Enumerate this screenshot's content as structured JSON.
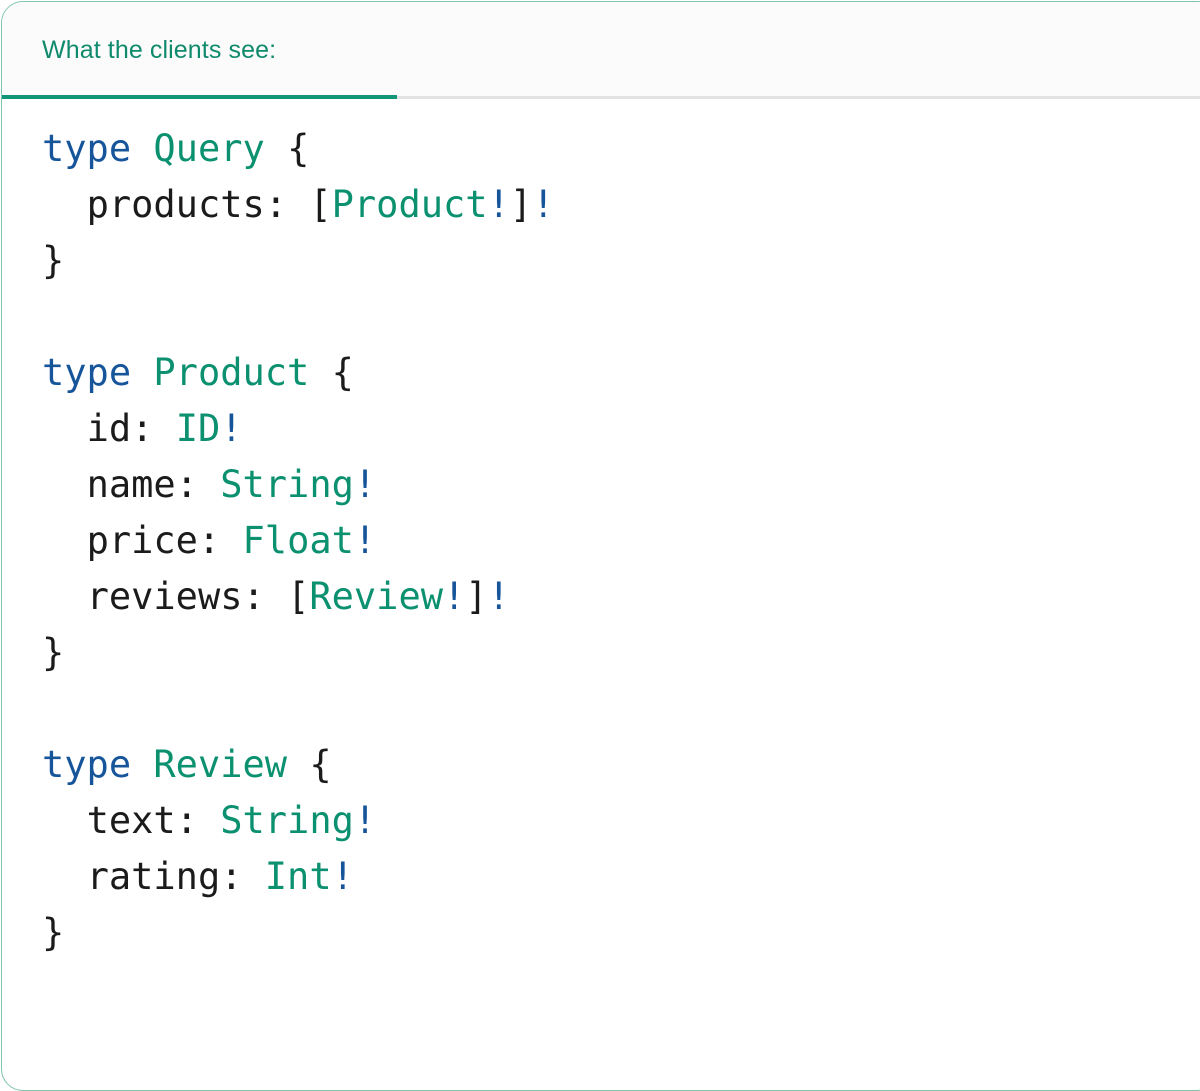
{
  "card": {
    "border_color": "#7fc4ab",
    "background": "#ffffff"
  },
  "header": {
    "background": "#fbfbfb",
    "active_tab_label": "What the clients see:",
    "accent_color": "#0f9577",
    "text_color": "#108a6c",
    "divider_color": "#e3e3e3"
  },
  "code": {
    "language": "graphql",
    "colors": {
      "keyword": "#17559a",
      "type_name": "#0b9070",
      "non_null_bang": "#17559a",
      "punctuation": "#1b1b1b",
      "field_name": "#1b1b1b"
    },
    "raw_text": "type Query {\n  products: [Product!]!\n}\n\ntype Product {\n  id: ID!\n  name: String!\n  price: Float!\n  reviews: [Review!]!\n}\n\ntype Review {\n  text: String!\n  rating: Int!\n}",
    "lines": [
      {
        "tokens": [
          {
            "t": "kw",
            "v": "type"
          },
          {
            "t": "plain",
            "v": " "
          },
          {
            "t": "type",
            "v": "Query"
          },
          {
            "t": "plain",
            "v": " "
          },
          {
            "t": "punct",
            "v": "{"
          }
        ]
      },
      {
        "tokens": [
          {
            "t": "plain",
            "v": "  "
          },
          {
            "t": "field",
            "v": "products"
          },
          {
            "t": "punct",
            "v": ":"
          },
          {
            "t": "plain",
            "v": " "
          },
          {
            "t": "punct",
            "v": "["
          },
          {
            "t": "type",
            "v": "Product"
          },
          {
            "t": "bang",
            "v": "!"
          },
          {
            "t": "punct",
            "v": "]"
          },
          {
            "t": "bang",
            "v": "!"
          }
        ]
      },
      {
        "tokens": [
          {
            "t": "punct",
            "v": "}"
          }
        ]
      },
      {
        "tokens": [
          {
            "t": "plain",
            "v": ""
          }
        ]
      },
      {
        "tokens": [
          {
            "t": "kw",
            "v": "type"
          },
          {
            "t": "plain",
            "v": " "
          },
          {
            "t": "type",
            "v": "Product"
          },
          {
            "t": "plain",
            "v": " "
          },
          {
            "t": "punct",
            "v": "{"
          }
        ]
      },
      {
        "tokens": [
          {
            "t": "plain",
            "v": "  "
          },
          {
            "t": "field",
            "v": "id"
          },
          {
            "t": "punct",
            "v": ":"
          },
          {
            "t": "plain",
            "v": " "
          },
          {
            "t": "type",
            "v": "ID"
          },
          {
            "t": "bang",
            "v": "!"
          }
        ]
      },
      {
        "tokens": [
          {
            "t": "plain",
            "v": "  "
          },
          {
            "t": "field",
            "v": "name"
          },
          {
            "t": "punct",
            "v": ":"
          },
          {
            "t": "plain",
            "v": " "
          },
          {
            "t": "type",
            "v": "String"
          },
          {
            "t": "bang",
            "v": "!"
          }
        ]
      },
      {
        "tokens": [
          {
            "t": "plain",
            "v": "  "
          },
          {
            "t": "field",
            "v": "price"
          },
          {
            "t": "punct",
            "v": ":"
          },
          {
            "t": "plain",
            "v": " "
          },
          {
            "t": "type",
            "v": "Float"
          },
          {
            "t": "bang",
            "v": "!"
          }
        ]
      },
      {
        "tokens": [
          {
            "t": "plain",
            "v": "  "
          },
          {
            "t": "field",
            "v": "reviews"
          },
          {
            "t": "punct",
            "v": ":"
          },
          {
            "t": "plain",
            "v": " "
          },
          {
            "t": "punct",
            "v": "["
          },
          {
            "t": "type",
            "v": "Review"
          },
          {
            "t": "bang",
            "v": "!"
          },
          {
            "t": "punct",
            "v": "]"
          },
          {
            "t": "bang",
            "v": "!"
          }
        ]
      },
      {
        "tokens": [
          {
            "t": "punct",
            "v": "}"
          }
        ]
      },
      {
        "tokens": [
          {
            "t": "plain",
            "v": ""
          }
        ]
      },
      {
        "tokens": [
          {
            "t": "kw",
            "v": "type"
          },
          {
            "t": "plain",
            "v": " "
          },
          {
            "t": "type",
            "v": "Review"
          },
          {
            "t": "plain",
            "v": " "
          },
          {
            "t": "punct",
            "v": "{"
          }
        ]
      },
      {
        "tokens": [
          {
            "t": "plain",
            "v": "  "
          },
          {
            "t": "field",
            "v": "text"
          },
          {
            "t": "punct",
            "v": ":"
          },
          {
            "t": "plain",
            "v": " "
          },
          {
            "t": "type",
            "v": "String"
          },
          {
            "t": "bang",
            "v": "!"
          }
        ]
      },
      {
        "tokens": [
          {
            "t": "plain",
            "v": "  "
          },
          {
            "t": "field",
            "v": "rating"
          },
          {
            "t": "punct",
            "v": ":"
          },
          {
            "t": "plain",
            "v": " "
          },
          {
            "t": "type",
            "v": "Int"
          },
          {
            "t": "bang",
            "v": "!"
          }
        ]
      },
      {
        "tokens": [
          {
            "t": "punct",
            "v": "}"
          }
        ]
      }
    ]
  }
}
